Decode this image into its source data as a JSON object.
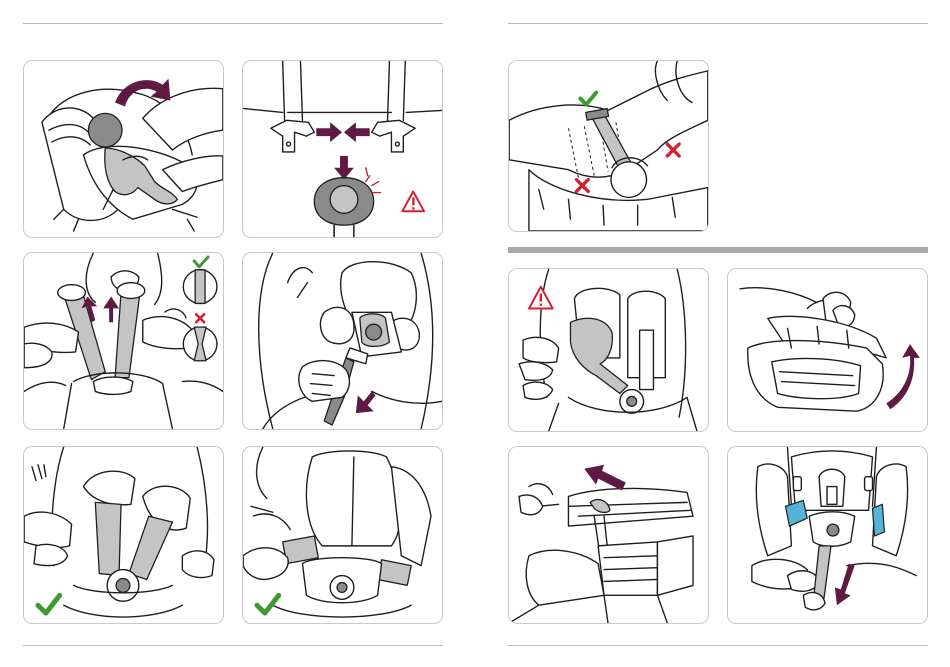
{
  "page": {
    "left_panels": [
      {
        "id": "rotate-handle",
        "icons": [
          "rotate-arrow-icon"
        ]
      },
      {
        "id": "buckle-tongues",
        "icons": [
          "push-together-arrows-icon",
          "warning-icon"
        ]
      },
      {
        "id": "strap-untwist",
        "icons": [
          "check-icon",
          "cross-icon"
        ]
      },
      {
        "id": "pull-adjuster-strap",
        "icons": [
          "pull-down-arrow-icon"
        ]
      },
      {
        "id": "harness-correct",
        "icons": [
          "check-icon"
        ]
      },
      {
        "id": "harness-pads-correct",
        "icons": [
          "check-icon"
        ]
      }
    ],
    "right_panels": [
      {
        "id": "belt-routing",
        "icons": [
          "check-icon",
          "cross-icon",
          "cross-icon"
        ]
      },
      {
        "id": "strap-warning",
        "icons": [
          "warning-icon"
        ]
      },
      {
        "id": "canopy-lift",
        "icons": [
          "rotate-arrow-icon"
        ]
      },
      {
        "id": "cover-removal",
        "icons": [
          "pull-arrow-icon"
        ]
      },
      {
        "id": "blue-guides",
        "icons": [
          "pull-down-arrow-icon"
        ]
      }
    ]
  },
  "colors": {
    "arrow": "#5e1a43",
    "check": "#3f9a2e",
    "cross": "#d2202f",
    "warning": "#d2202f",
    "strap": "#c4c4c4",
    "belt_guide": "#55b3d6",
    "rule": "#b8b8b8"
  }
}
